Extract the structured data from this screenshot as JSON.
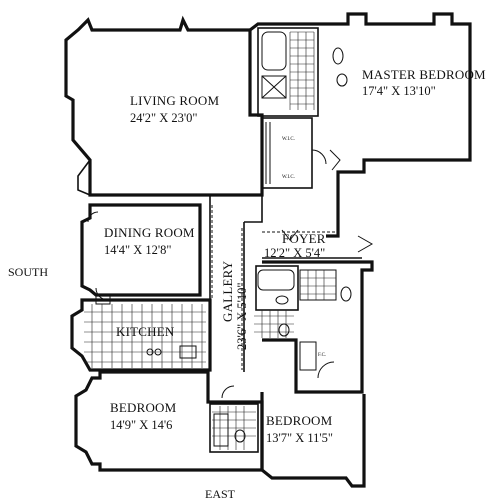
{
  "rooms": {
    "living": {
      "name": "LIVING ROOM",
      "dim": "24'2\" X 23'0\""
    },
    "master": {
      "name": "MASTER BEDROOM",
      "dim": "17'4\" X 13'10\""
    },
    "dining": {
      "name": "DINING ROOM",
      "dim": "14'4\" X 12'8\""
    },
    "foyer": {
      "name": "FOYER",
      "dim": "12'2\" X 5'4\""
    },
    "gallery": {
      "name": "GALLERY",
      "dim": "23'6\" X 5'10\""
    },
    "kitchen": {
      "name": "KITCHEN"
    },
    "bedroom1": {
      "name": "BEDROOM",
      "dim": "14'9\" X 14'6"
    },
    "bedroom2": {
      "name": "BEDROOM",
      "dim": "13'7\" X 11'5\""
    }
  },
  "compass": {
    "south": "SOUTH",
    "east": "EAST"
  },
  "closet_labels": {
    "wic": "W.I.C.",
    "fc": "F.C."
  }
}
